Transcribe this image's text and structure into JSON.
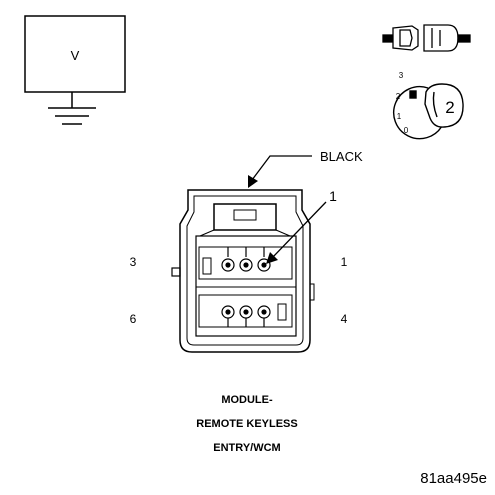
{
  "meter": {
    "symbol": "V"
  },
  "connector": {
    "color_label": "BLACK",
    "callout": "1",
    "cavities": {
      "top_left": "3",
      "top_right": "1",
      "bottom_left": "6",
      "bottom_right": "4"
    }
  },
  "ignition": {
    "positions": [
      "3",
      "2",
      "1",
      "0"
    ],
    "setting": "2"
  },
  "caption": {
    "line1": "MODULE-",
    "line2": "REMOTE KEYLESS",
    "line3": "ENTRY/WCM"
  },
  "figure_id": "81aa495e"
}
